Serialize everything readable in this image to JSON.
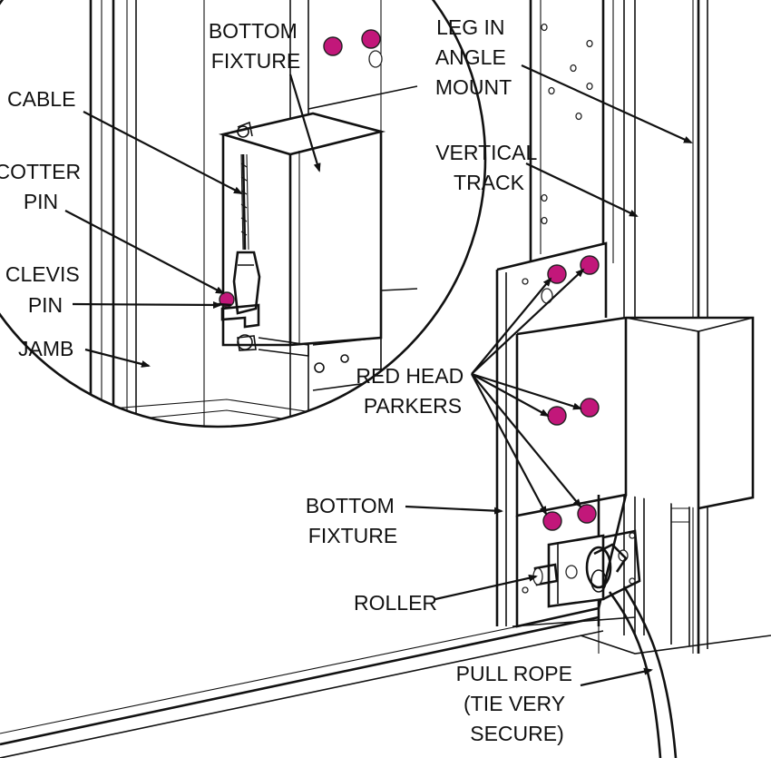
{
  "labels": {
    "bottom_fixture_detail": [
      "BOTTOM",
      "FIXTURE"
    ],
    "leg_in_angle_mount": [
      "LEG IN",
      "ANGLE",
      "MOUNT"
    ],
    "cable": "CABLE",
    "cotter_pin": [
      "COTTER",
      "PIN"
    ],
    "vertical_track": [
      "VERTICAL",
      "TRACK"
    ],
    "clevis_pin": [
      "CLEVIS",
      "PIN"
    ],
    "jamb": "JAMB",
    "red_head_parkers": [
      "RED HEAD",
      "PARKERS"
    ],
    "bottom_fixture_main": [
      "BOTTOM",
      "FIXTURE"
    ],
    "roller": "ROLLER",
    "pull_rope": [
      "PULL ROPE",
      "(TIE VERY",
      "SECURE)"
    ]
  },
  "colors": {
    "line": "#111111",
    "parker_head": "#c2177a",
    "background": "#ffffff"
  }
}
